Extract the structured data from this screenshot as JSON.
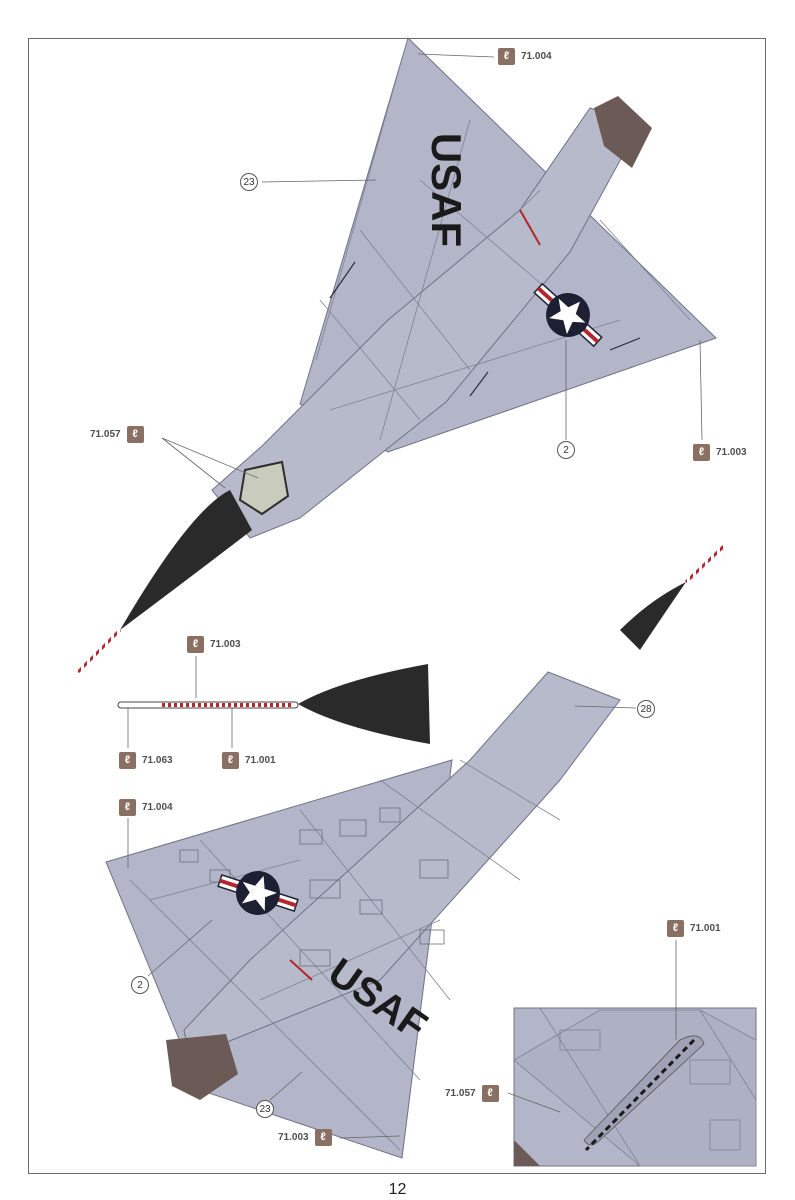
{
  "paint_codes": {
    "top_wingtip": "71.004",
    "top_right_wingtip": "71.003",
    "top_canopy": "71.057",
    "probe_tip": "71.003",
    "probe_base": "71.063",
    "probe_stripe": "71.001",
    "bottom_wingtip": "71.004",
    "bottom_tail": "71.003",
    "detail_panel": "71.001",
    "detail_canopy": "71.057"
  },
  "callouts": {
    "top_wing_marking": "23",
    "top_roundel": "2",
    "bottom_intake": "28",
    "bottom_roundel": "2",
    "bottom_wing_marking": "23"
  },
  "markings": {
    "national_text": "USAF"
  },
  "page_number": "12",
  "colors": {
    "airframe": "#b3b6c8",
    "panel_line": "#7f8296",
    "radome": "#2a2a2a",
    "exhaust": "#6b5a55",
    "brush_badge": "#8a6f63",
    "roundel_blue": "#1d2033",
    "roundel_red": "#b3272d"
  }
}
